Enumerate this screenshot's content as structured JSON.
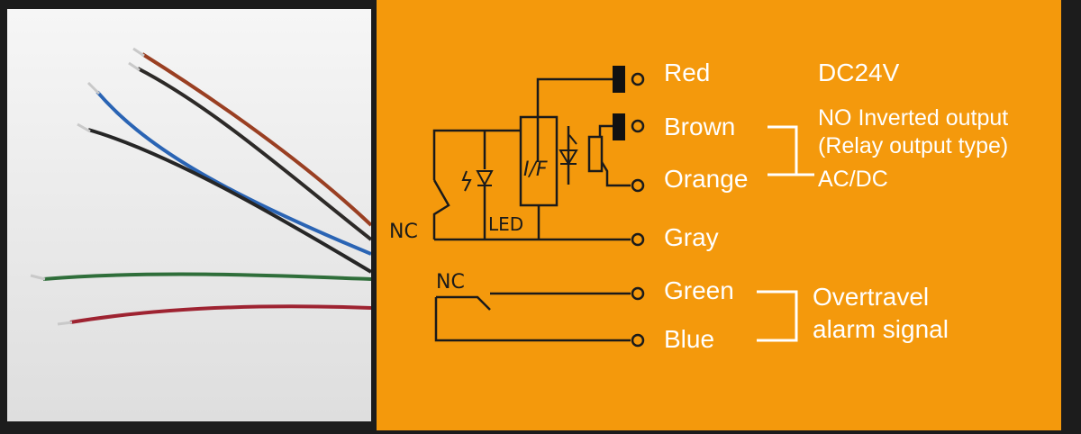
{
  "photo": {
    "wires": [
      {
        "color": "brown",
        "hex": "#9a3f22"
      },
      {
        "color": "black",
        "hex": "#2d2a28"
      },
      {
        "color": "blue",
        "hex": "#2a64b4"
      },
      {
        "color": "black",
        "hex": "#262626"
      },
      {
        "color": "green",
        "hex": "#2f6e3a"
      },
      {
        "color": "red",
        "hex": "#9e2331"
      }
    ]
  },
  "diagram": {
    "background": "#f4990c",
    "wires": {
      "red": "Red",
      "brown": "Brown",
      "orange": "Orange",
      "gray": "Gray",
      "green": "Green",
      "blue": "Blue"
    },
    "notes": {
      "power": "DC24V",
      "no_output_line1": "NO Inverted output",
      "no_output_line2": "(Relay output type)",
      "acdc": "AC/DC",
      "overtravel_line1": "Overtravel",
      "overtravel_line2": "alarm signal"
    },
    "symbols": {
      "nc_upper": "NC",
      "led": "LED",
      "if_block": "I/F",
      "nc_lower": "NC"
    }
  }
}
